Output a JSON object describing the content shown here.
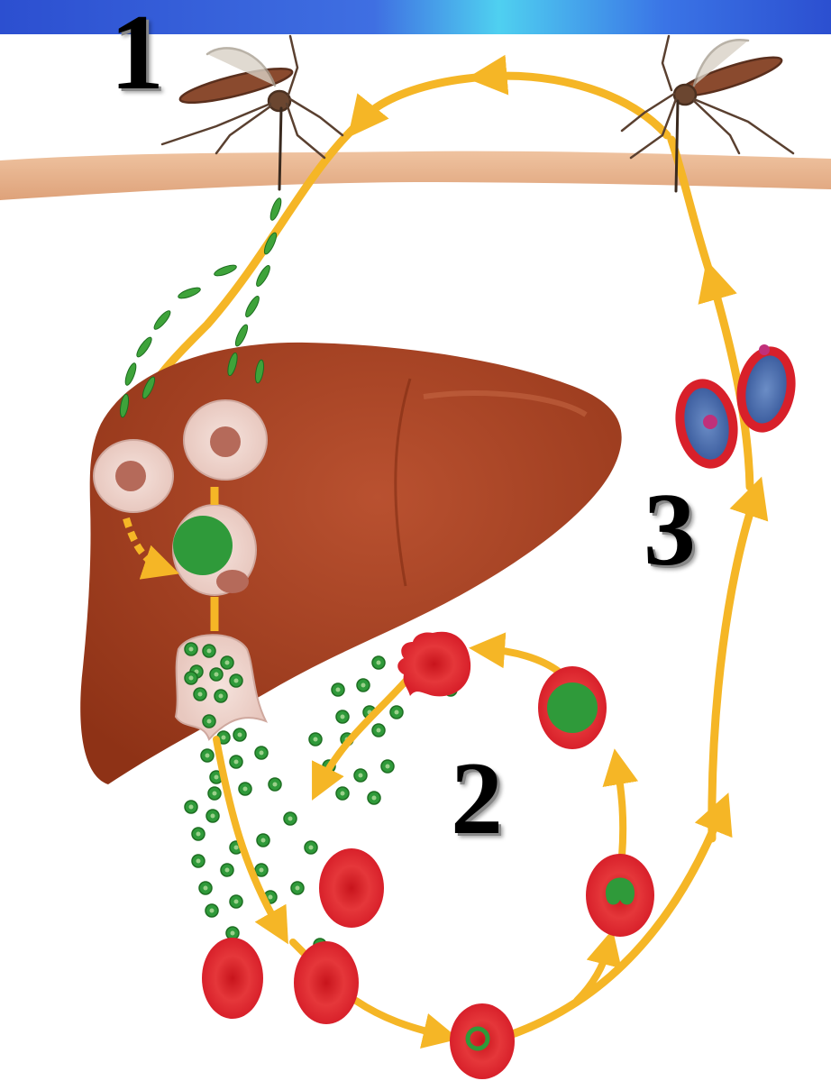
{
  "diagram": {
    "stage_labels": [
      "1",
      "2",
      "3"
    ],
    "colors": {
      "arrow": "#f5b626",
      "liver": "#a8431f",
      "skin": "#e8b48e",
      "red_blood_cell": "#e0262b",
      "parasite": "#2f9a3a",
      "gametocyte": "#4a6fa8",
      "header_band": "#3a64d8"
    }
  }
}
